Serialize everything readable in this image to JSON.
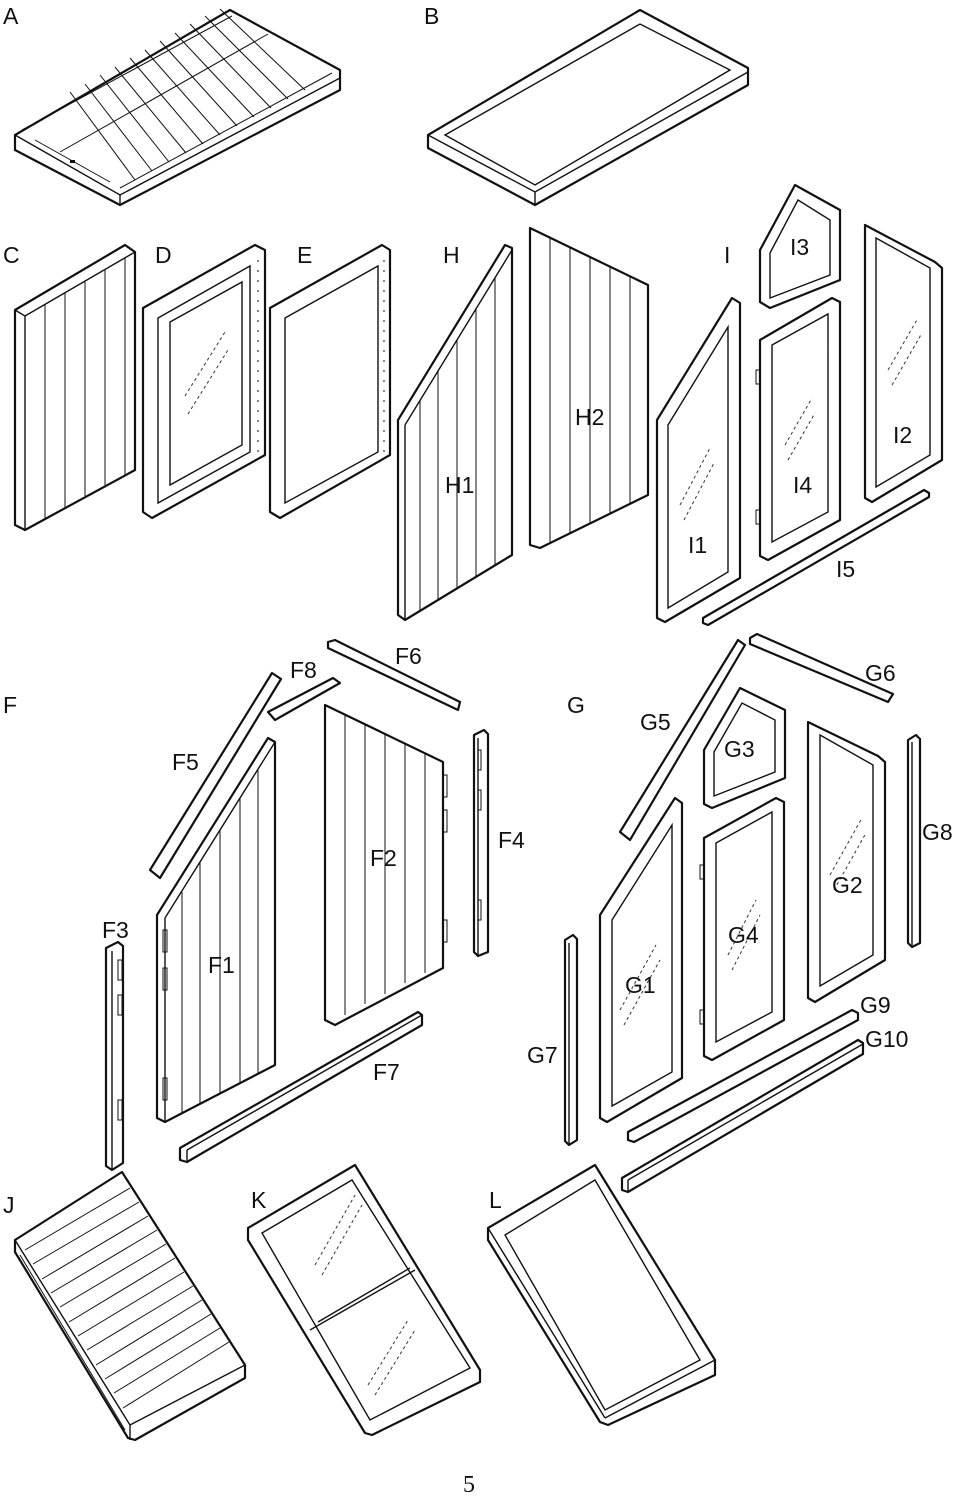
{
  "labels": {
    "A": "A",
    "B": "B",
    "C": "C",
    "D": "D",
    "E": "E",
    "H": "H",
    "I": "I",
    "F": "F",
    "G": "G",
    "J": "J",
    "K": "K",
    "L": "L",
    "H1": "H1",
    "H2": "H2",
    "I1": "I1",
    "I2": "I2",
    "I3": "I3",
    "I4": "I4",
    "I5": "I5",
    "F1": "F1",
    "F2": "F2",
    "F3": "F3",
    "F4": "F4",
    "F5": "F5",
    "F6": "F6",
    "F7": "F7",
    "F8": "F8",
    "G1": "G1",
    "G2": "G2",
    "G3": "G3",
    "G4": "G4",
    "G5": "G5",
    "G6": "G6",
    "G7": "G7",
    "G8": "G8",
    "G9": "G9",
    "G10": "G10"
  },
  "page_number": "5"
}
